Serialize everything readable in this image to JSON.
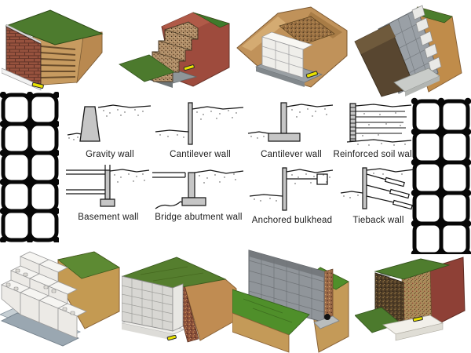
{
  "diagrams": {
    "row1": [
      {
        "label": "Gravity wall"
      },
      {
        "label": "Cantilever wall"
      },
      {
        "label": "Cantilever wall"
      },
      {
        "label": "Reinforced soil wall"
      }
    ],
    "row2": [
      {
        "label": "Basement wall"
      },
      {
        "label": "Bridge abutment wall"
      },
      {
        "label": "Anchored bulkhead"
      },
      {
        "label": "Tieback wall"
      }
    ]
  },
  "illustrations": {
    "top": [
      {
        "name": "brick-faced reinforced soil wall cutaway"
      },
      {
        "name": "stepped gabion retaining wall cutaway"
      },
      {
        "name": "segmental block wall with gravel backfill cutaway"
      },
      {
        "name": "battered concrete block wall cutaway"
      }
    ],
    "bottom": [
      {
        "name": "interlocking precast block wall cutaway"
      },
      {
        "name": "segmental block wall with grass slope cutaway"
      },
      {
        "name": "concrete block wall with drain pipe cutaway"
      },
      {
        "name": "gabion stone wall cutaway"
      }
    ]
  },
  "decorations": {
    "left_mesh": "geogrid mesh",
    "right_mesh": "geogrid mesh"
  },
  "colors": {
    "background": "#ffffff",
    "line_ink": "#161616",
    "wall_fill": "#c6c6c6",
    "grass_green": "#4e7d30",
    "soil_tan": "#c49a5c",
    "brick_red": "#97523e",
    "maroon_soil": "#9e4b3d",
    "block_gray": "#9aa0a6",
    "block_white": "#efeeea",
    "gabion_dark": "#4e3c26",
    "concrete_gray": "#8f9698",
    "drain_pipe_yellow": "#eae300",
    "mesh_black": "#070707"
  }
}
